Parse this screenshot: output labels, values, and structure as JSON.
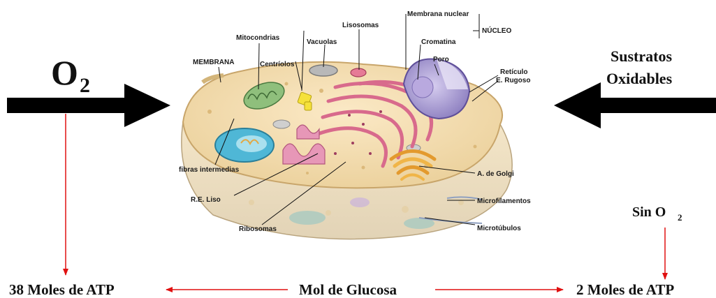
{
  "left": {
    "o2_main": "O",
    "o2_sub": "2"
  },
  "right": {
    "sustratos_line1": "Sustratos",
    "sustratos_line2": "Oxidables",
    "sin": "Sin O",
    "sin_sub": "2"
  },
  "bottom": {
    "left_result": "38 Moles de ATP",
    "center": "Mol de Glucosa",
    "right_result": "2 Moles de ATP"
  },
  "cell_labels": {
    "membrana": "MEMBRANA",
    "mitocondrias": "Mitocondrias",
    "centriolos": "Centríolos",
    "vacuolas": "Vacuolas",
    "lisosomas": "Lisosomas",
    "membrana_nuclear": "Membrana nuclear",
    "nucleo": "NÚCLEO",
    "cromatina": "Cromatina",
    "poro": "Poro",
    "reticulo_1": "Retículo",
    "reticulo_2": "E. Rugoso",
    "fibras": "fibras intermedias",
    "golgi": "A. de Golgi",
    "re_liso": "R.E. Liso",
    "microfilamentos": "Microfilamentos",
    "ribosomas": "Ribosomas",
    "microtubulos": "Microtúbulos"
  },
  "colors": {
    "arrow": "#000000",
    "connector": "#e01010",
    "text": "#111111"
  }
}
